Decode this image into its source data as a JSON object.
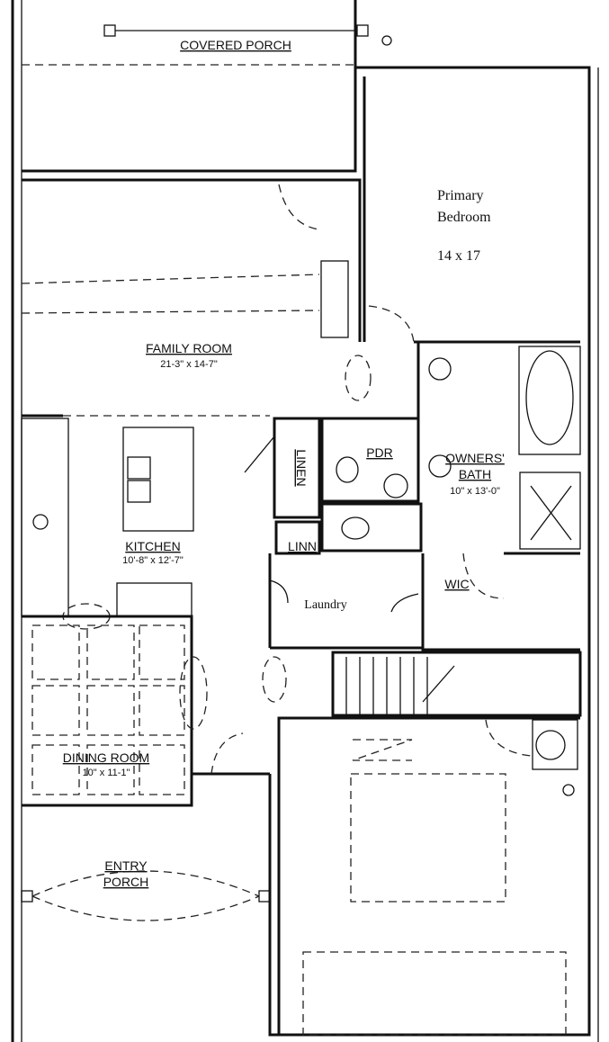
{
  "rooms": {
    "covered_porch": {
      "name": "COVERED PORCH"
    },
    "primary_bedroom": {
      "name_line1": "Primary",
      "name_line2": "Bedroom",
      "size": "14 x 17"
    },
    "family_room": {
      "name": "FAMILY ROOM",
      "size": "21-3\" x 14-7\""
    },
    "linen_closet": {
      "name": "LINEN"
    },
    "pdr": {
      "name": "PDR"
    },
    "owners_bath": {
      "name_line1": "OWNERS'",
      "name_line2": "BATH",
      "size": "10\" x 13'-0\""
    },
    "kitchen": {
      "name": "KITCHEN",
      "size": "10'-8\" x 12'-7\""
    },
    "linen_small": {
      "name": "LINN"
    },
    "laundry": {
      "name": "Laundry"
    },
    "wic": {
      "name": "WIC"
    },
    "dining_room": {
      "name": "DINING ROOM",
      "size": "10\" x 11-1\""
    },
    "entry_porch": {
      "name_line1": "ENTRY",
      "name_line2": "PORCH"
    }
  }
}
